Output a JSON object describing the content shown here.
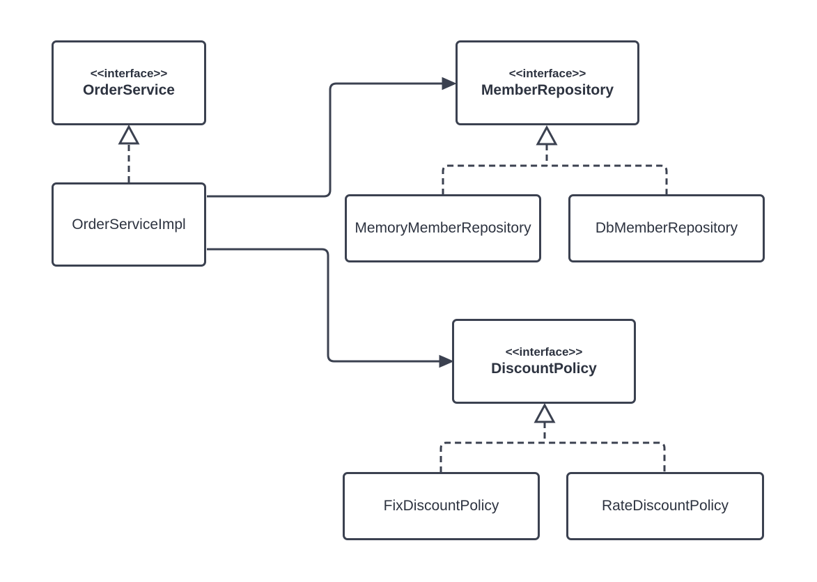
{
  "diagram": {
    "nodes": {
      "order_service": {
        "stereotype": "<<interface>>",
        "name": "OrderService"
      },
      "order_service_impl": {
        "name": "OrderServiceImpl"
      },
      "member_repository": {
        "stereotype": "<<interface>>",
        "name": "MemberRepository"
      },
      "memory_member_repository": {
        "name": "MemoryMemberRepository"
      },
      "db_member_repository": {
        "name": "DbMemberRepository"
      },
      "discount_policy": {
        "stereotype": "<<interface>>",
        "name": "DiscountPolicy"
      },
      "fix_discount_policy": {
        "name": "FixDiscountPolicy"
      },
      "rate_discount_policy": {
        "name": "RateDiscountPolicy"
      }
    },
    "edges": [
      {
        "from": "OrderServiceImpl",
        "to": "OrderService",
        "kind": "realization"
      },
      {
        "from": "OrderServiceImpl",
        "to": "MemberRepository",
        "kind": "association"
      },
      {
        "from": "OrderServiceImpl",
        "to": "DiscountPolicy",
        "kind": "association"
      },
      {
        "from": "MemoryMemberRepository",
        "to": "MemberRepository",
        "kind": "realization"
      },
      {
        "from": "DbMemberRepository",
        "to": "MemberRepository",
        "kind": "realization"
      },
      {
        "from": "FixDiscountPolicy",
        "to": "DiscountPolicy",
        "kind": "realization"
      },
      {
        "from": "RateDiscountPolicy",
        "to": "DiscountPolicy",
        "kind": "realization"
      }
    ],
    "colors": {
      "stroke": "#3b4150",
      "text": "#2d3340",
      "background": "#ffffff"
    }
  }
}
